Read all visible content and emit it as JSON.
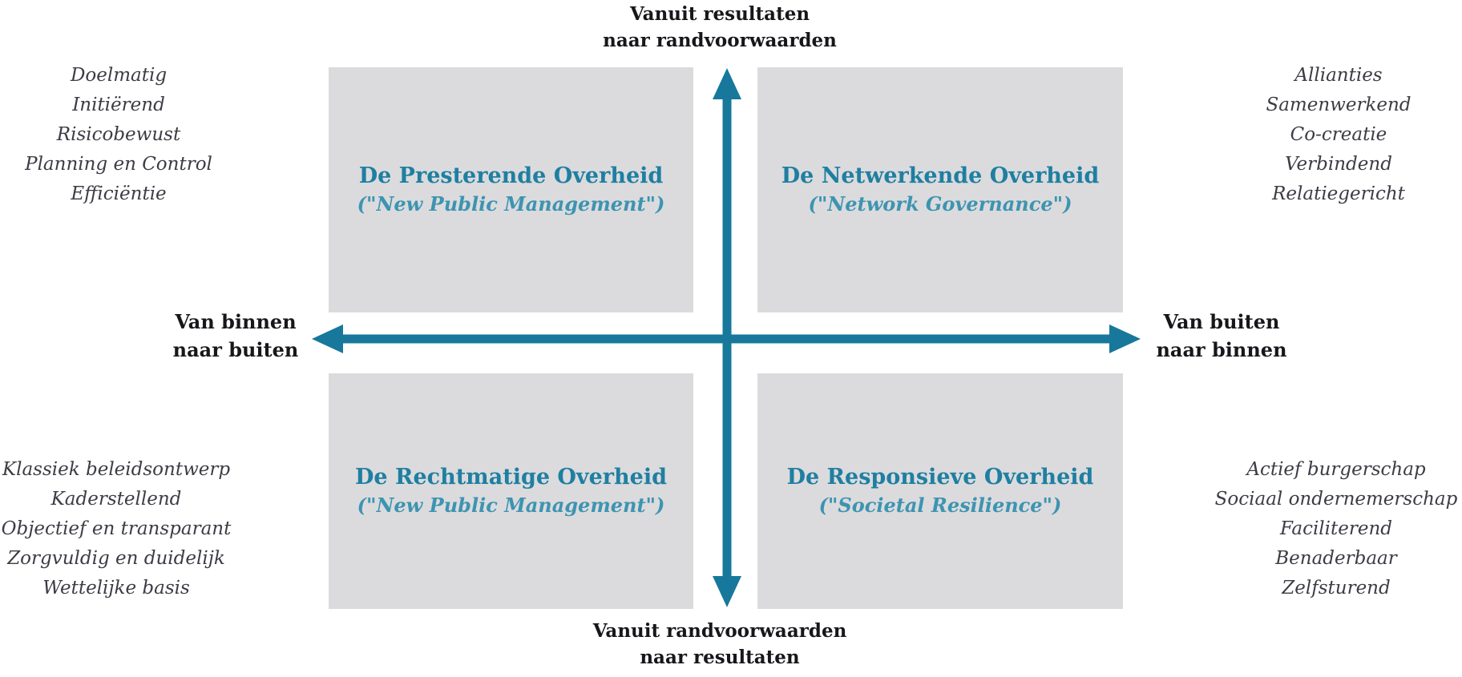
{
  "diagram": {
    "type": "quadrant-matrix",
    "accent_color": "#17789b",
    "box_color": "#dbdbdd",
    "title_color": "#1f7fa1",
    "subtitle_color": "#3d94b1"
  },
  "axes": {
    "top": {
      "line1": "Vanuit resultaten",
      "line2": "naar randvoorwaarden"
    },
    "bottom": {
      "line1": "Vanuit randvoorwaarden",
      "line2": "naar resultaten"
    },
    "left": {
      "line1": "Van binnen",
      "line2": "naar buiten"
    },
    "right": {
      "line1": "Van buiten",
      "line2": "naar binnen"
    }
  },
  "quadrants": {
    "top_left": {
      "title": "De Presterende Overheid",
      "subtitle": "(\"New Public Management\")"
    },
    "top_right": {
      "title": "De Netwerkende Overheid",
      "subtitle": "(\"Network Governance\")"
    },
    "bottom_left": {
      "title": "De Rechtmatige Overheid",
      "subtitle": "(\"New Public Management\")"
    },
    "bottom_right": {
      "title": "De Responsieve Overheid",
      "subtitle": "(\"Societal Resilience\")"
    }
  },
  "trait_lists": {
    "top_left": [
      "Doelmatig",
      "Initiërend",
      "Risicobewust",
      "Planning en Control",
      "Efficiëntie"
    ],
    "top_right": [
      "Allianties",
      "Samenwerkend",
      "Co-creatie",
      "Verbindend",
      "Relatiegericht"
    ],
    "bottom_left": [
      "Klassiek beleidsontwerp",
      "Kaderstellend",
      "Objectief en transparant",
      "Zorgvuldig en duidelijk",
      "Wettelijke basis"
    ],
    "bottom_right": [
      "Actief burgerschap",
      "Sociaal ondernemerschap",
      "Faciliterend",
      "Benaderbaar",
      "Zelfsturend"
    ]
  }
}
